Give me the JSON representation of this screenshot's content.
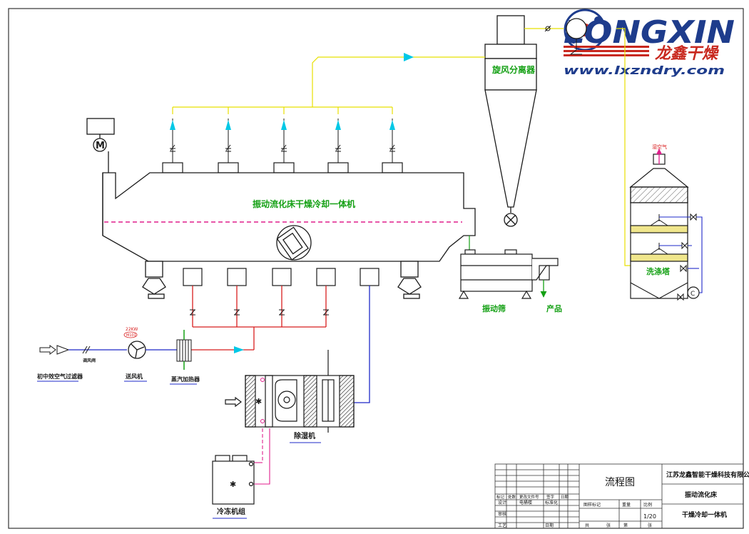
{
  "logo": {
    "brand": "LONGXIN",
    "cn": "龙鑫干燥",
    "url": "www.lxzndry.com",
    "color_red": "#c8281e",
    "color_blue": "#1e3c8c"
  },
  "labels": {
    "dryer": "振动流化床干燥冷却一体机",
    "cyclone": "旋风分离器",
    "screen": "振动筛",
    "product": "产品",
    "scrubber": "洗涤塔",
    "exhaust": "湿空气",
    "filter": "初中效空气过滤器",
    "fan": "送风机",
    "fan_spec": "22KW",
    "fan_tag": "M101",
    "valve_note": "调风阀",
    "heater": "蒸汽加热器",
    "dehumidifier": "除湿机",
    "chiller": "冷冻机组",
    "motor": "M"
  },
  "title_block": {
    "drawing_name": "流程图",
    "company": "江苏龙鑫智能干燥科技有限公司",
    "project": "振动流化床",
    "product_name": "干燥冷却一体机",
    "scale": "1/20",
    "col_headers": [
      "标记",
      "处数",
      "更改文件号",
      "签字",
      "日期"
    ],
    "row_labels": [
      "设计",
      "审核",
      "工艺"
    ],
    "designer": "电桶楼",
    "standard": "标准化",
    "date_label": "日期",
    "stage_headers": [
      "图样标记",
      "重量",
      "比例"
    ],
    "sheet_labels": [
      "共",
      "张",
      "第",
      "张"
    ]
  },
  "colors": {
    "air_line": "#e8e000",
    "hot_line": "#d81e1e",
    "cold_line": "#1e28c8",
    "pink_line": "#e01e8c",
    "flow_arrow": "#00c8e6",
    "label_green": "#14a014",
    "equipment": "#1a1a1a",
    "scrubber_band": "#f0e68c"
  }
}
